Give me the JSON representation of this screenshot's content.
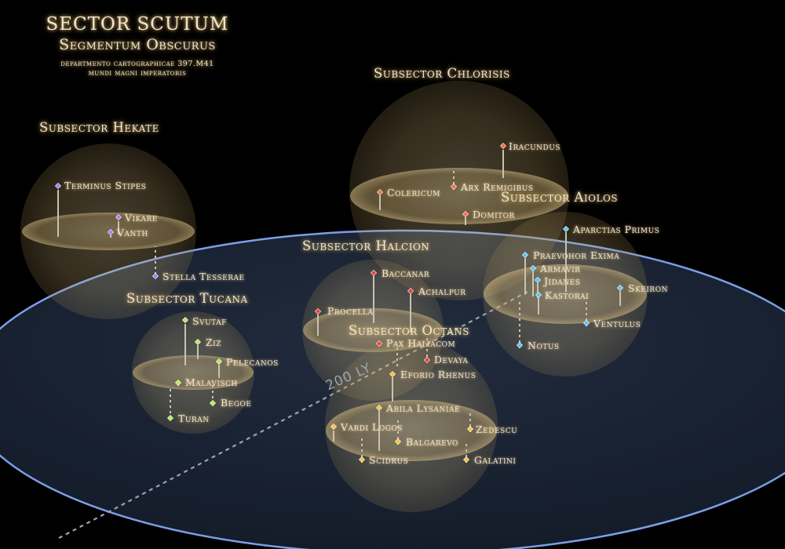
{
  "title": {
    "line1": "SECTOR SCUTUM",
    "line2": "Segmentum Obscurus",
    "line3": "departmento cartographicae 397.M41",
    "line4": "mundi magni imperatoris"
  },
  "scale": {
    "label": "200 LY"
  },
  "colors": {
    "hekate": "#a97cff",
    "tucana": "#b4ee4a",
    "halcion": "#ff3838",
    "octans": "#ffc03a",
    "chlorisis": "#ff6a42",
    "aiolos": "#4cc9ff",
    "galactic_plane": "#6f94da",
    "bubble": "#c2a66a"
  },
  "subsectors": [
    {
      "id": "hekate",
      "name": "Subsector Hekate",
      "systems": [
        "Terminus Stipes",
        "Vikare",
        "Vanth",
        "Stella Tesserae"
      ]
    },
    {
      "id": "tucana",
      "name": "Subsector Tucana",
      "systems": [
        "Svutaf",
        "Ziz",
        "Pelecanos",
        "Malavisch",
        "Begoe",
        "Turan"
      ]
    },
    {
      "id": "halcion",
      "name": "Subsector Halcion",
      "systems": [
        "Baccanar",
        "Achalpur",
        "Procella",
        "Pax Haliacom",
        "Devaya"
      ]
    },
    {
      "id": "octans",
      "name": "Subsector Octans",
      "systems": [
        "Eforio Rhenus",
        "Abila Lysaniae",
        "Vardi Logos",
        "Zedescu",
        "Balgarevo",
        "Scidrus",
        "Galatini"
      ]
    },
    {
      "id": "chlorisis",
      "name": "Subsector Chlorisis",
      "systems": [
        "Iracundus",
        "Arx Remigibus",
        "Colericum",
        "Domitor"
      ]
    },
    {
      "id": "aiolos",
      "name": "Subsector Aiolos",
      "systems": [
        "Aparctias Primus",
        "Praevohor Exima",
        "Armavir",
        "Jidanes",
        "Kastorai",
        "Skeiron",
        "Ventulus",
        "Notus"
      ]
    }
  ]
}
